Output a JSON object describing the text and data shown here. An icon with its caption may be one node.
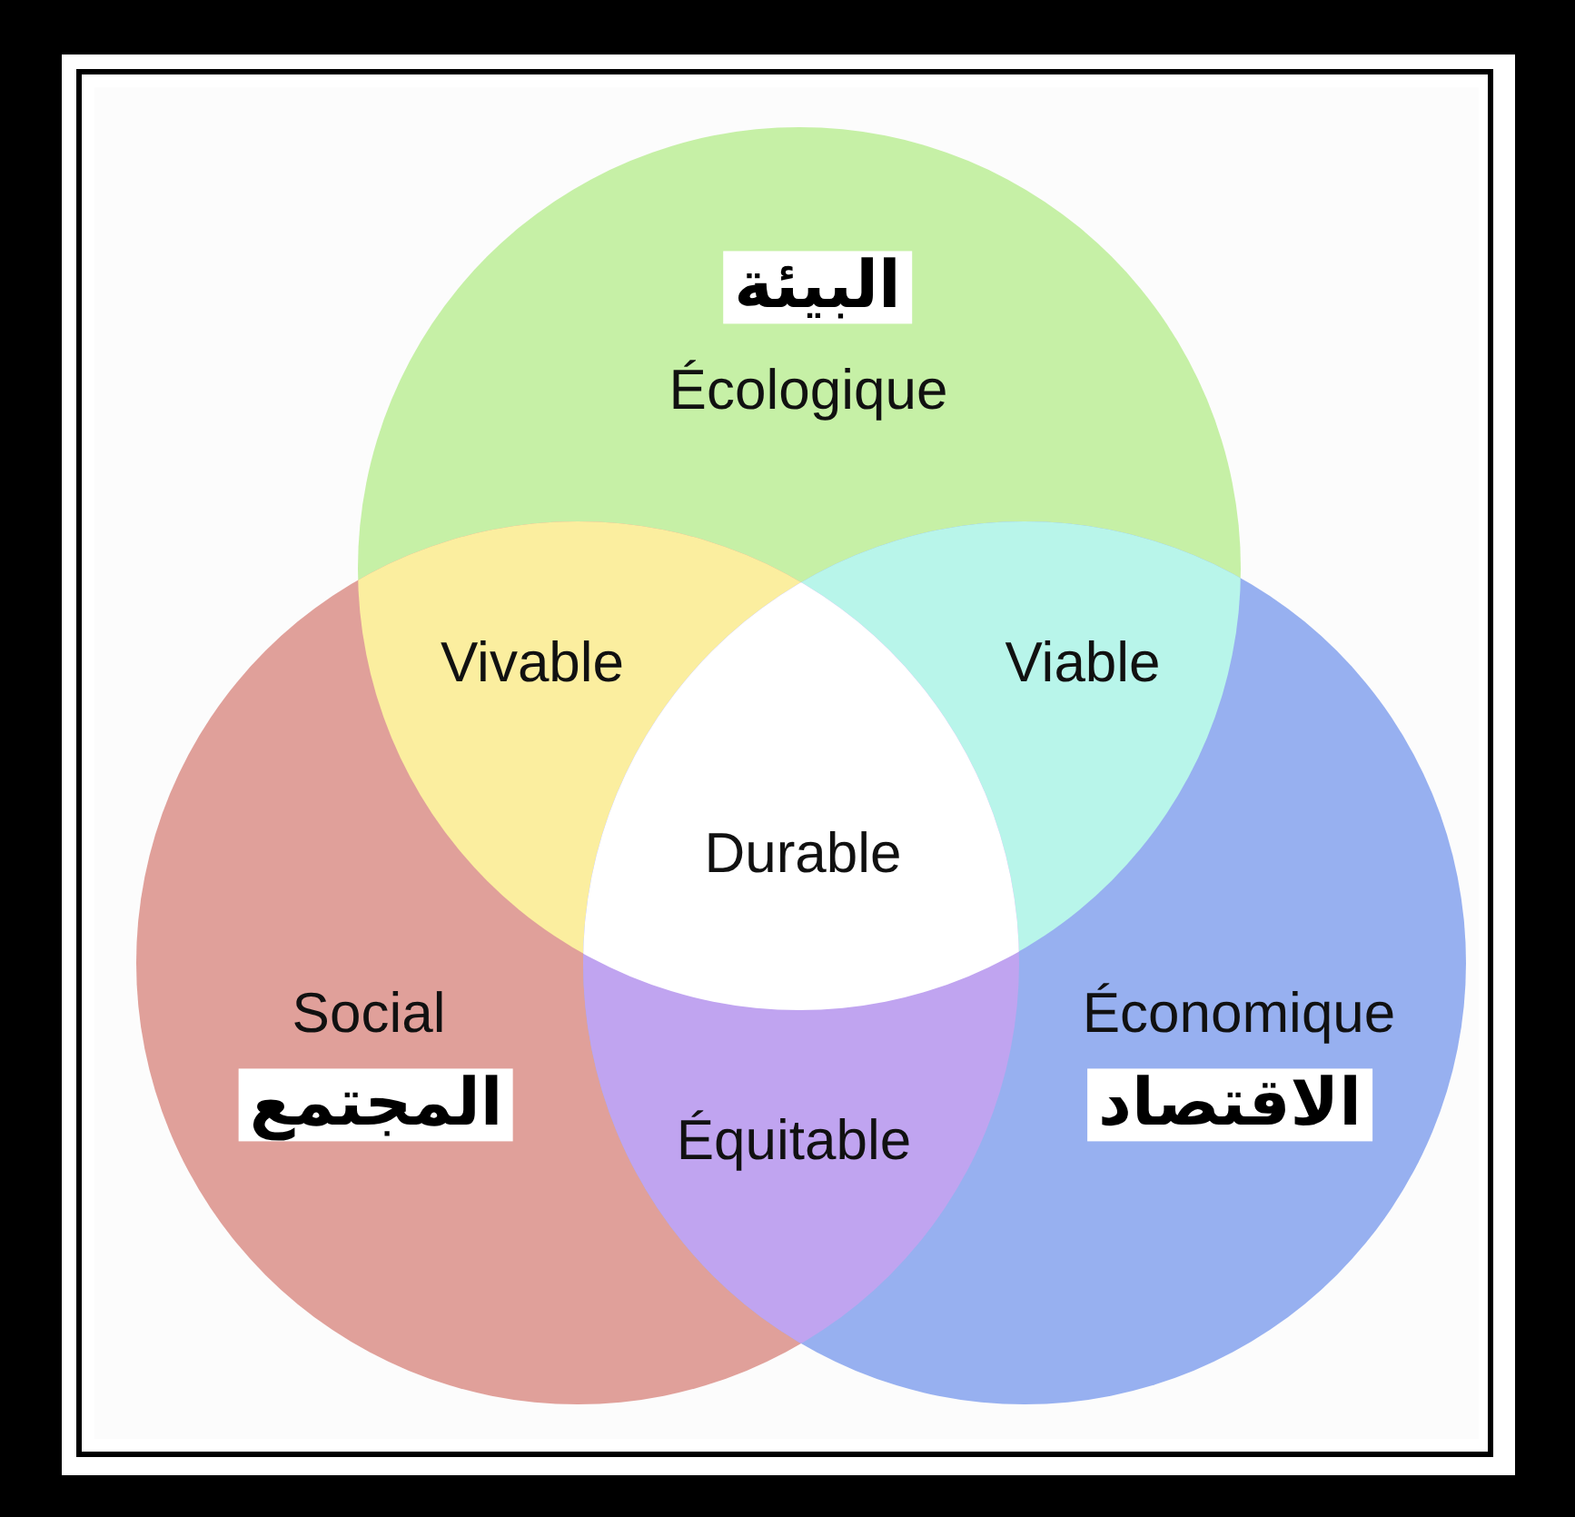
{
  "diagram": {
    "nodes": [
      {
        "text": [
          "البيئة",
          "Écologique"
        ]
      },
      {
        "text": [
          "Social",
          "المجتمع"
        ]
      },
      {
        "text": [
          "Économique",
          "الاقتصاد"
        ]
      },
      {
        "text": [
          "Vivable"
        ]
      },
      {
        "text": [
          "Viable"
        ]
      },
      {
        "text": [
          "Durable"
        ]
      },
      {
        "text": [
          "Équitable"
        ]
      }
    ],
    "edges": []
  }
}
